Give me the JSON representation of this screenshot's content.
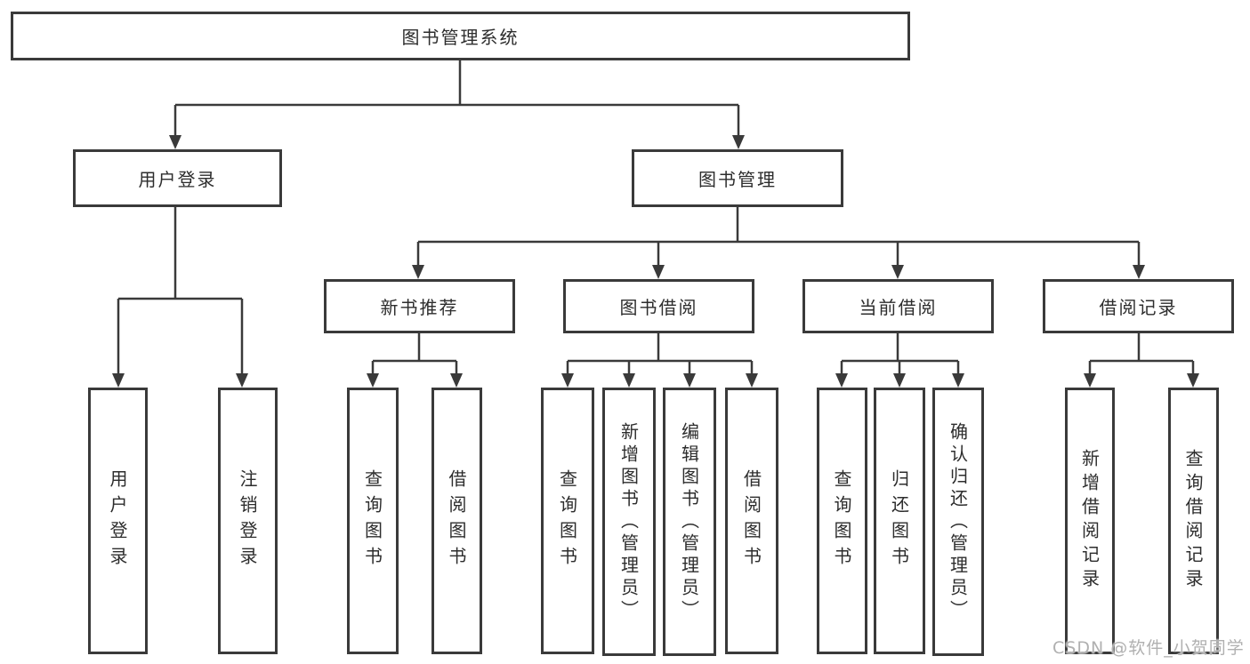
{
  "diagram": {
    "root": {
      "label": "图书管理系统"
    },
    "branches": [
      {
        "label": "用户登录",
        "children": [
          {
            "label": "用户登录"
          },
          {
            "label": "注销登录"
          }
        ]
      },
      {
        "label": "图书管理",
        "children": [
          {
            "label": "新书推荐",
            "children": [
              {
                "label": "查询图书"
              },
              {
                "label": "借阅图书"
              }
            ]
          },
          {
            "label": "图书借阅",
            "children": [
              {
                "label": "查询图书"
              },
              {
                "label": "新增图书（管理员）"
              },
              {
                "label": "编辑图书（管理员）"
              },
              {
                "label": "借阅图书"
              }
            ]
          },
          {
            "label": "当前借阅",
            "children": [
              {
                "label": "查询图书"
              },
              {
                "label": "归还图书"
              },
              {
                "label": "确认归还（管理员）"
              }
            ]
          },
          {
            "label": "借阅记录",
            "children": [
              {
                "label": "新增借阅记录"
              },
              {
                "label": "查询借阅记录"
              }
            ]
          }
        ]
      }
    ]
  },
  "watermark": {
    "text": "CSDN @软件_小贺同学"
  },
  "colors": {
    "line": "#3a3a3a",
    "text": "#2d2d2d",
    "background": "#ffffff",
    "watermark": "#b0b0b0"
  }
}
